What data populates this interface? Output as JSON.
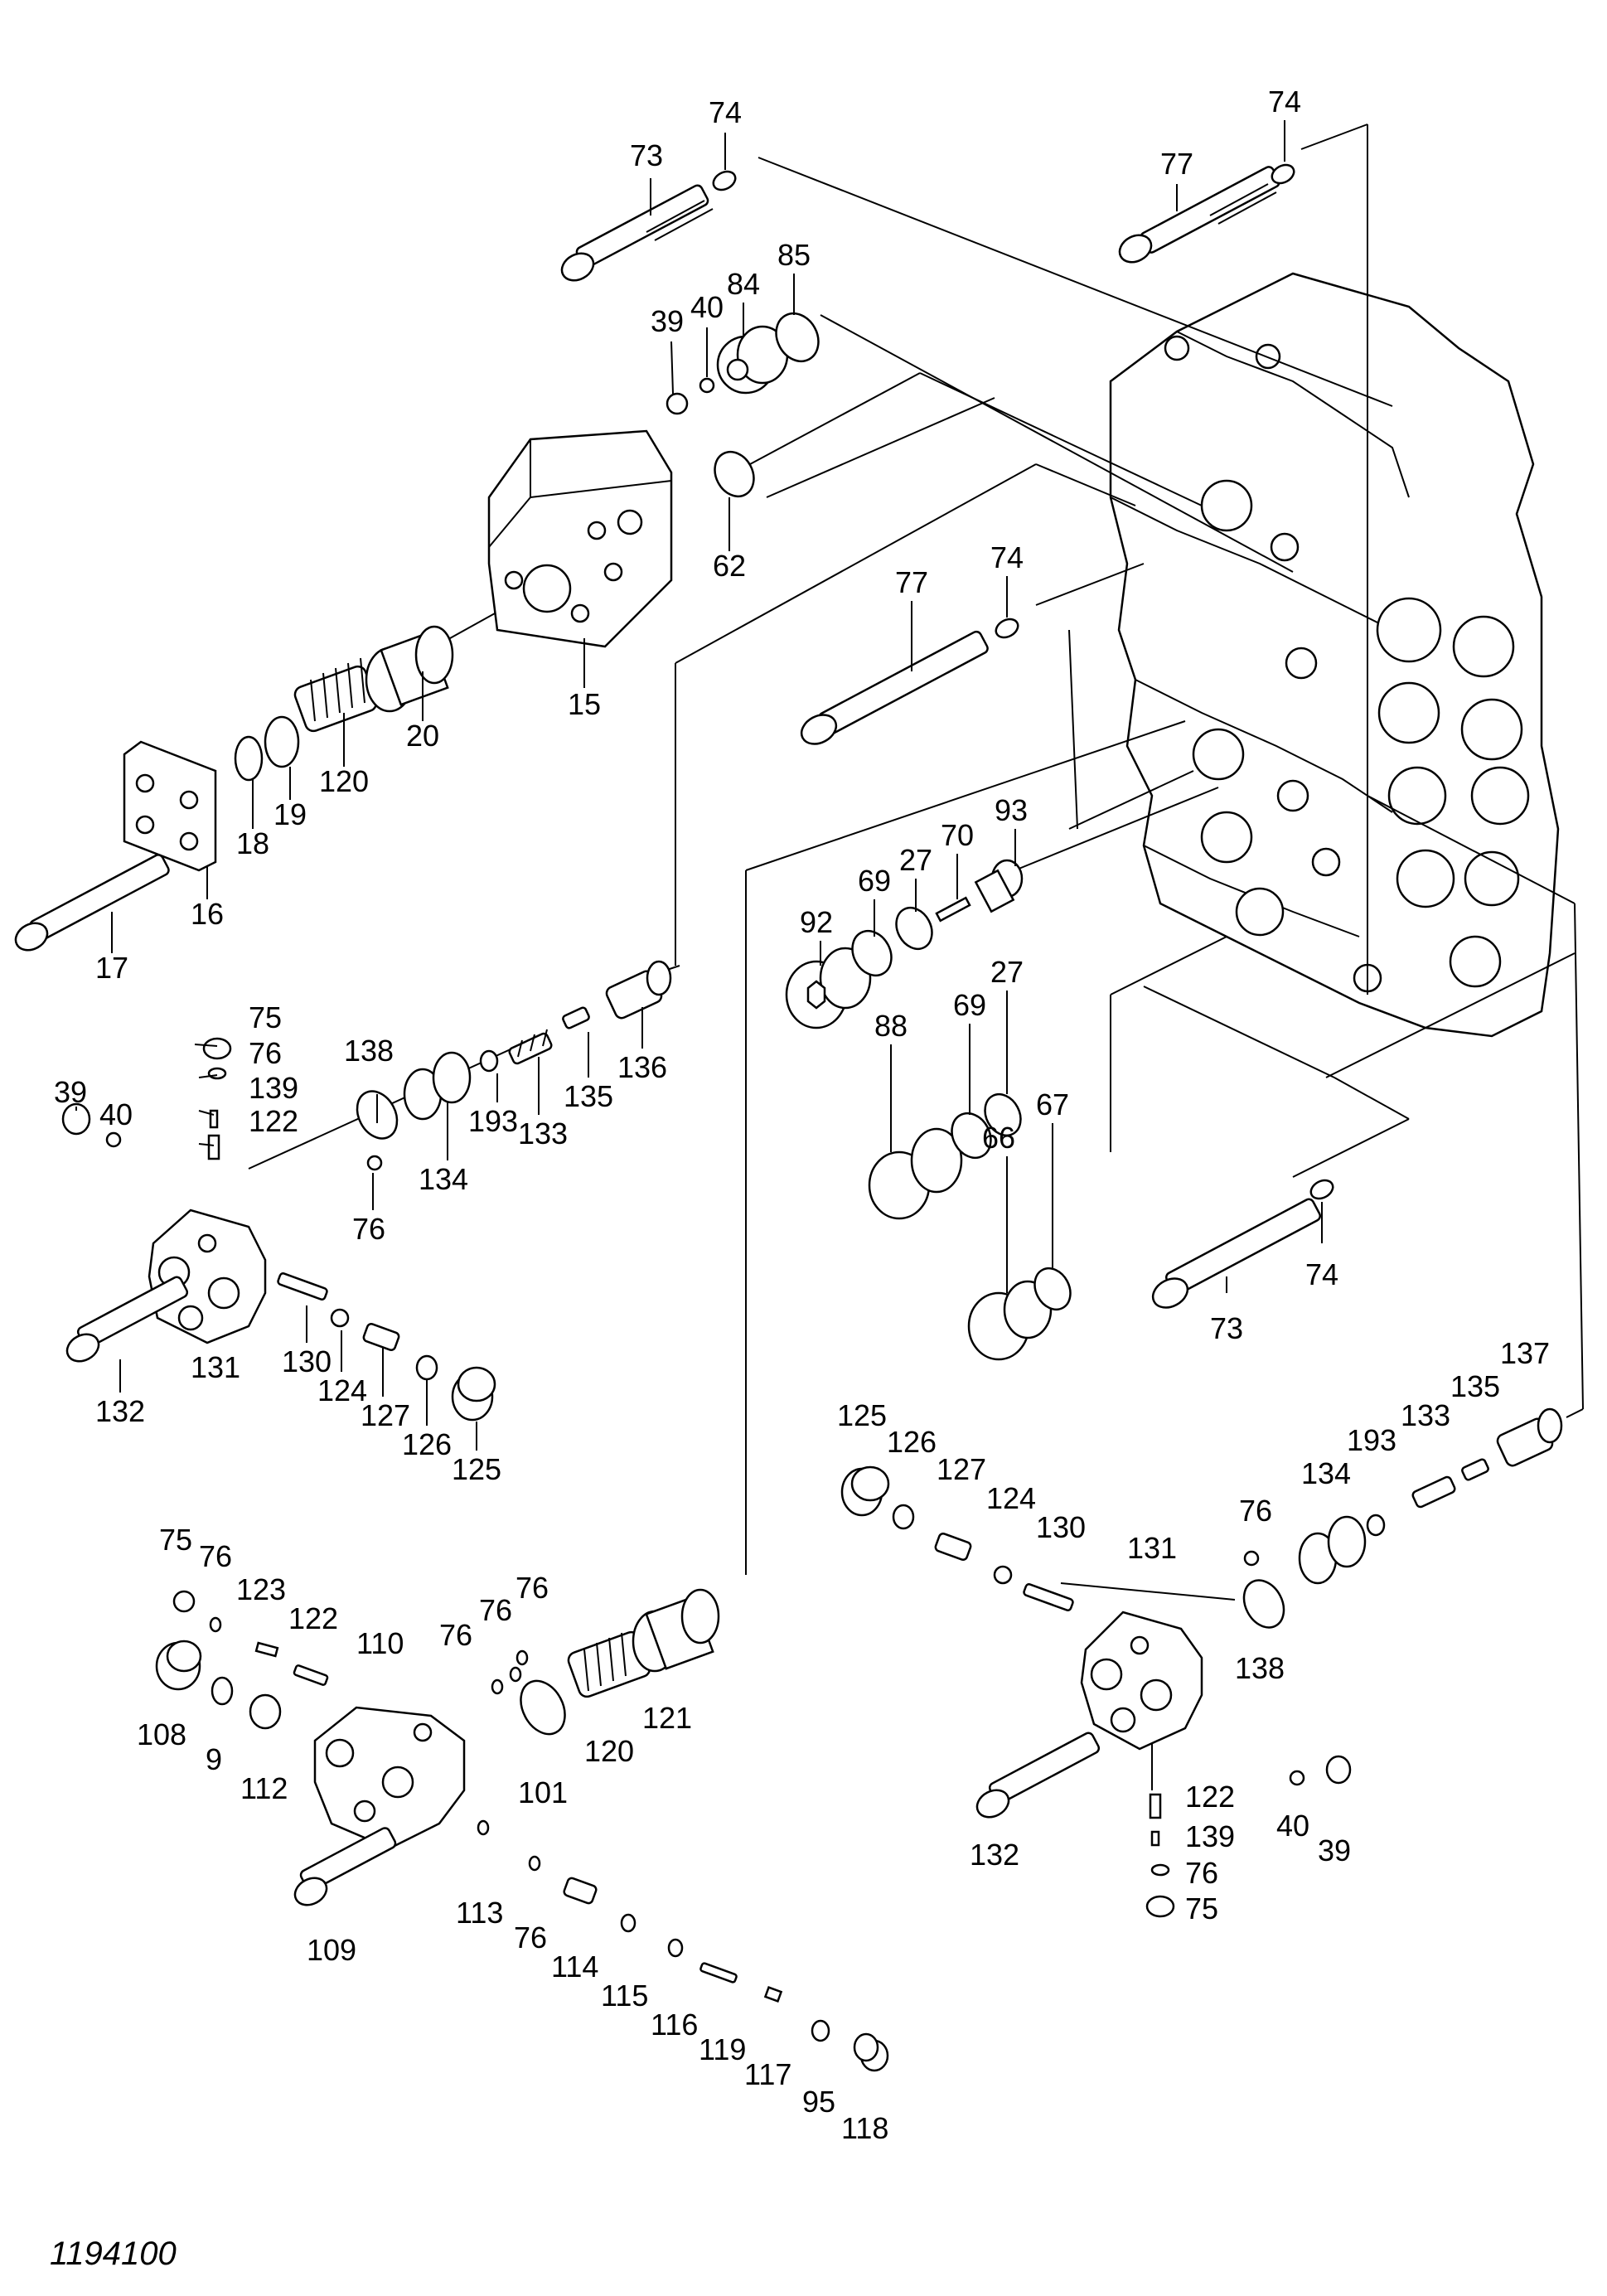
{
  "drawing_number": "1194100",
  "callouts": [
    {
      "id": "c73a",
      "text": "73"
    },
    {
      "id": "c74a",
      "text": "74"
    },
    {
      "id": "c77a",
      "text": "77"
    },
    {
      "id": "c74b",
      "text": "74"
    },
    {
      "id": "c39a",
      "text": "39"
    },
    {
      "id": "c40a",
      "text": "40"
    },
    {
      "id": "c84",
      "text": "84"
    },
    {
      "id": "c85",
      "text": "85"
    },
    {
      "id": "c62",
      "text": "62"
    },
    {
      "id": "c15",
      "text": "15"
    },
    {
      "id": "c74c",
      "text": "74"
    },
    {
      "id": "c77b",
      "text": "77"
    },
    {
      "id": "c20",
      "text": "20"
    },
    {
      "id": "c120a",
      "text": "120"
    },
    {
      "id": "c19",
      "text": "19"
    },
    {
      "id": "c18",
      "text": "18"
    },
    {
      "id": "c16",
      "text": "16"
    },
    {
      "id": "c17",
      "text": "17"
    },
    {
      "id": "c93",
      "text": "93"
    },
    {
      "id": "c70",
      "text": "70"
    },
    {
      "id": "c27a",
      "text": "27"
    },
    {
      "id": "c69a",
      "text": "69"
    },
    {
      "id": "c92",
      "text": "92"
    },
    {
      "id": "c69b",
      "text": "69"
    },
    {
      "id": "c27b",
      "text": "27"
    },
    {
      "id": "c88",
      "text": "88"
    },
    {
      "id": "c67",
      "text": "67"
    },
    {
      "id": "c66",
      "text": "66"
    },
    {
      "id": "c74d",
      "text": "74"
    },
    {
      "id": "c73b",
      "text": "73"
    },
    {
      "id": "c75a",
      "text": "75"
    },
    {
      "id": "c76a",
      "text": "76"
    },
    {
      "id": "c139a",
      "text": "139"
    },
    {
      "id": "c122a",
      "text": "122"
    },
    {
      "id": "c39b",
      "text": "39"
    },
    {
      "id": "c40b",
      "text": "40"
    },
    {
      "id": "c138a",
      "text": "138"
    },
    {
      "id": "c76b",
      "text": "76"
    },
    {
      "id": "c134a",
      "text": "134"
    },
    {
      "id": "c193a",
      "text": "193"
    },
    {
      "id": "c133a",
      "text": "133"
    },
    {
      "id": "c135a",
      "text": "135"
    },
    {
      "id": "c136",
      "text": "136"
    },
    {
      "id": "c131a",
      "text": "131"
    },
    {
      "id": "c132a",
      "text": "132"
    },
    {
      "id": "c130a",
      "text": "130"
    },
    {
      "id": "c124a",
      "text": "124"
    },
    {
      "id": "c127a",
      "text": "127"
    },
    {
      "id": "c126a",
      "text": "126"
    },
    {
      "id": "c125a",
      "text": "125"
    },
    {
      "id": "c125b",
      "text": "125"
    },
    {
      "id": "c126b",
      "text": "126"
    },
    {
      "id": "c127b",
      "text": "127"
    },
    {
      "id": "c124b",
      "text": "124"
    },
    {
      "id": "c130b",
      "text": "130"
    },
    {
      "id": "c131b",
      "text": "131"
    },
    {
      "id": "c76c",
      "text": "76"
    },
    {
      "id": "c134b",
      "text": "134"
    },
    {
      "id": "c193b",
      "text": "193"
    },
    {
      "id": "c133b",
      "text": "133"
    },
    {
      "id": "c135b",
      "text": "135"
    },
    {
      "id": "c137",
      "text": "137"
    },
    {
      "id": "c138b",
      "text": "138"
    },
    {
      "id": "c132b",
      "text": "132"
    },
    {
      "id": "c122b",
      "text": "122"
    },
    {
      "id": "c139b",
      "text": "139"
    },
    {
      "id": "c76d",
      "text": "76"
    },
    {
      "id": "c75b",
      "text": "75"
    },
    {
      "id": "c40c",
      "text": "40"
    },
    {
      "id": "c39c",
      "text": "39"
    },
    {
      "id": "c75c",
      "text": "75"
    },
    {
      "id": "c76e",
      "text": "76"
    },
    {
      "id": "c123",
      "text": "123"
    },
    {
      "id": "c122c",
      "text": "122"
    },
    {
      "id": "c110",
      "text": "110"
    },
    {
      "id": "c108",
      "text": "108"
    },
    {
      "id": "c9",
      "text": "9"
    },
    {
      "id": "c112",
      "text": "112"
    },
    {
      "id": "c76f",
      "text": "76"
    },
    {
      "id": "c76g",
      "text": "76"
    },
    {
      "id": "c76h",
      "text": "76"
    },
    {
      "id": "c101",
      "text": "101"
    },
    {
      "id": "c120b",
      "text": "120"
    },
    {
      "id": "c121",
      "text": "121"
    },
    {
      "id": "c109",
      "text": "109"
    },
    {
      "id": "c113",
      "text": "113"
    },
    {
      "id": "c76i",
      "text": "76"
    },
    {
      "id": "c114",
      "text": "114"
    },
    {
      "id": "c115",
      "text": "115"
    },
    {
      "id": "c116",
      "text": "116"
    },
    {
      "id": "c119",
      "text": "119"
    },
    {
      "id": "c117",
      "text": "117"
    },
    {
      "id": "c95",
      "text": "95"
    },
    {
      "id": "c118",
      "text": "118"
    }
  ]
}
